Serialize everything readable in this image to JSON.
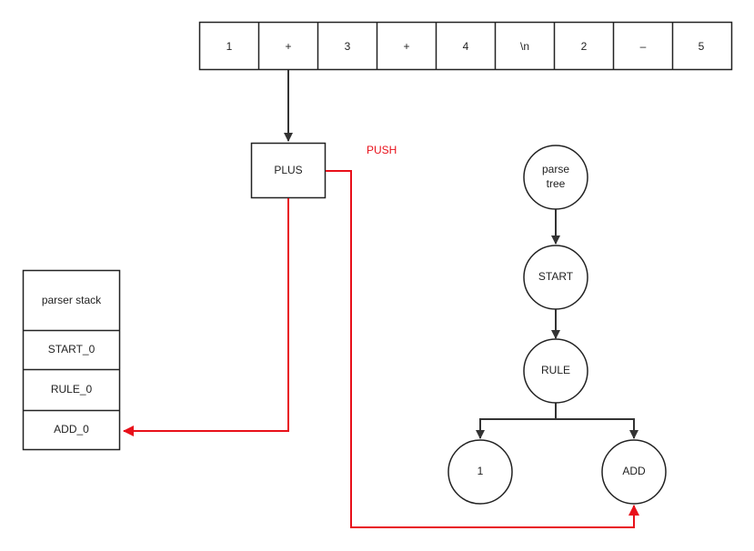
{
  "tokens": [
    "1",
    "+",
    "3",
    "+",
    "4",
    "\\n",
    "2",
    "–",
    "5"
  ],
  "current_token": "PLUS",
  "push_label": "PUSH",
  "parser_stack": {
    "title": "parser stack",
    "items": [
      "START_0",
      "RULE_0",
      "ADD_0"
    ]
  },
  "parse_tree": {
    "root": [
      "parse",
      "tree"
    ],
    "start": "START",
    "rule": "RULE",
    "left_leaf": "1",
    "right_leaf": "ADD"
  },
  "colors": {
    "line": "#333333",
    "highlight": "#e8101a"
  }
}
